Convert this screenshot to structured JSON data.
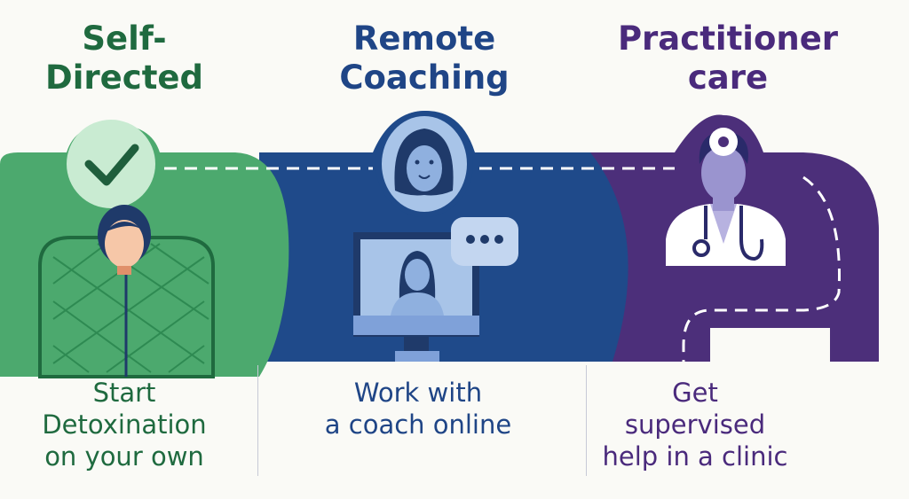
{
  "columns": [
    {
      "title_lines": [
        "Self-",
        "Directed"
      ],
      "caption_lines": [
        "Start",
        "Detoxination",
        "on your own"
      ],
      "color": "#1f6a3f",
      "band_color": "#4ca96e",
      "icon": "checkmark-icon"
    },
    {
      "title_lines": [
        "Remote",
        "Coaching"
      ],
      "caption_lines": [
        "Work with",
        "a coach online"
      ],
      "color": "#1f4586",
      "band_color": "#1f4a8a",
      "icon": "video-call-icon"
    },
    {
      "title_lines": [
        "Practitioner",
        "care"
      ],
      "caption_lines": [
        "Get",
        "supervised",
        "help in a clinic"
      ],
      "color": "#4a2a7c",
      "band_color": "#4c2f7a",
      "icon": "doctor-icon"
    }
  ]
}
